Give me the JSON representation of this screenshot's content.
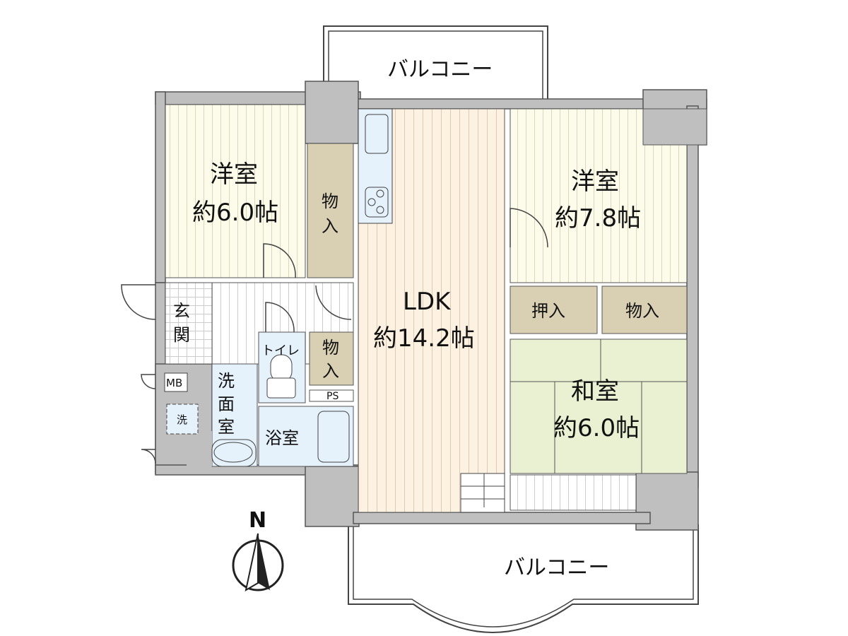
{
  "floorplan": {
    "balcony_top": "バルコニー",
    "balcony_bottom": "バルコニー",
    "western_room_1": {
      "name": "洋室",
      "size": "約6.0帖"
    },
    "western_room_2": {
      "name": "洋室",
      "size": "約7.8帖"
    },
    "ldk": {
      "name": "LDK",
      "size": "約14.2帖"
    },
    "japanese_room": {
      "name": "和室",
      "size": "約6.0帖"
    },
    "closet_1": [
      "物",
      "入"
    ],
    "closet_2": [
      "物",
      "入"
    ],
    "closet_3": "物入",
    "oshiire": "押入",
    "entrance": [
      "玄",
      "関"
    ],
    "toilet": "トイレ",
    "washroom": [
      "洗",
      "面",
      "室"
    ],
    "bathroom": "浴室",
    "mb": "MB",
    "washer": "洗",
    "ps": "PS",
    "compass": "N"
  },
  "colors": {
    "wall": "#bfbfbf",
    "western": "#fdfbea",
    "ldk": "#fdf1e1",
    "storage": "#d9d0b4",
    "wet": "#e5f1fb",
    "tatami": "#e9f1d2"
  }
}
